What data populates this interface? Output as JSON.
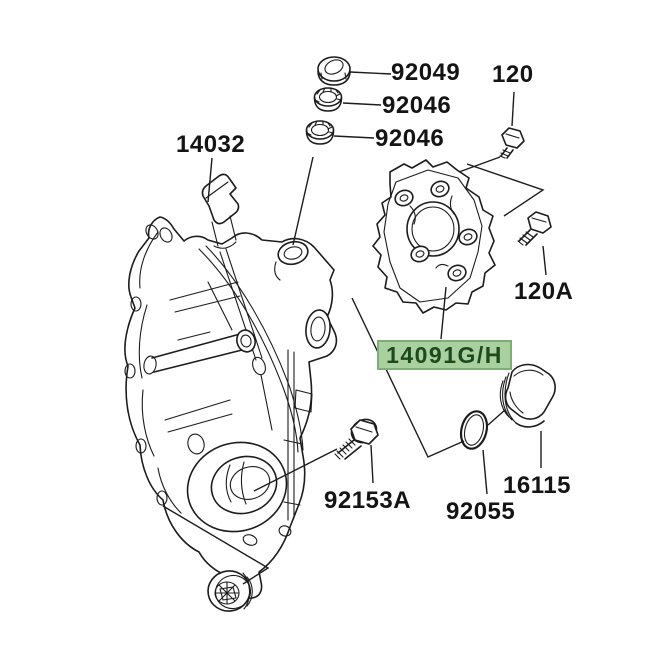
{
  "diagram": {
    "background": "#ffffff",
    "line_color": "#1c1c1c",
    "labels": {
      "p14032": "14032",
      "p92049": "92049",
      "p92046_upper": "92046",
      "p92046_lower": "92046",
      "p120": "120",
      "p120a": "120A",
      "p14091gh": "14091G/H",
      "p16115": "16115",
      "p92055": "92055",
      "p92153a": "92153A"
    },
    "highlight": {
      "background": "#a9d1a0",
      "border": "#7fad77",
      "text_color": "#1d4a1d"
    }
  }
}
